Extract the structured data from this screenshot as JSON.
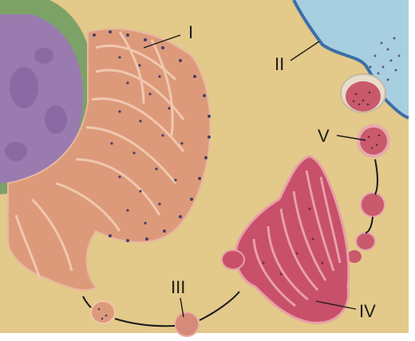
{
  "labels": {
    "I": "I",
    "II": "II",
    "III": "III",
    "IV": "IV",
    "V": "V"
  },
  "colors": {
    "cytoplasm": "#e3c98a",
    "exterior": "#a8cfe0",
    "membrane": "#3c6ea8",
    "nuclear_envelope": "#7ca268",
    "nucleus": "#9a7bb0",
    "rough_er": "#dd9a7a",
    "ribosome": "#4a3d66",
    "golgi": "#c8506a",
    "vesicle": "#c85a6c"
  }
}
